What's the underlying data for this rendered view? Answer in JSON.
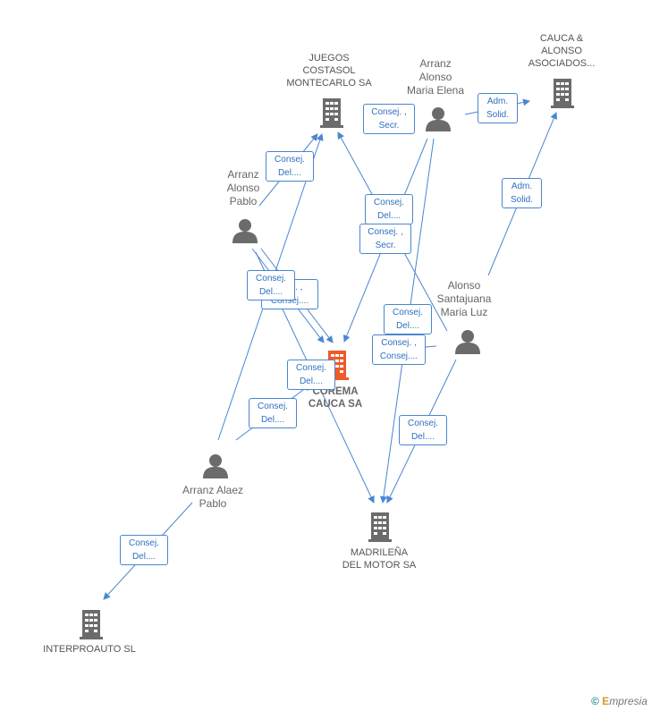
{
  "colors": {
    "edge": "#4a86d0",
    "building": "#6b6b6b",
    "main_building": "#f05a28",
    "person": "#6b6b6b"
  },
  "nodes": {
    "corema": {
      "name": "COREMA\nCAUCA SA"
    },
    "juegos": {
      "name": "JUEGOS\nCOSTASOL\nMONTECARLO SA"
    },
    "cauca_alonso": {
      "name": "CAUCA &\nALONSO\nASOCIADOS..."
    },
    "madrilena": {
      "name": "MADRILEÑA\nDEL MOTOR SA"
    },
    "interproauto": {
      "name": "INTERPROAUTO SL"
    },
    "arranz_maria": {
      "name": "Arranz\nAlonso\nMaria Elena"
    },
    "arranz_pablo_alonso": {
      "name": "Arranz\nAlonso\nPablo"
    },
    "alonso_luz": {
      "name": "Alonso\nSantajuana\nMaria Luz"
    },
    "arranz_alaez": {
      "name": "Arranz Alaez\nPablo"
    }
  },
  "edge_labels": {
    "e1": "Consej. ,\nSecr.",
    "e2": "Adm.\nSolid.",
    "e3": "Consej.\nDel....",
    "e4": "Consej.\nDel....",
    "e5": "Consej. ,\nSecr.",
    "e6": "Adm.\nSolid.",
    "e7": "Consej.\nDel....",
    "e8": "Pres. ,\nConsej....",
    "e9": "Consej.\nDel....",
    "e10": "Consej. ,\nConsej....",
    "e11": "Consej.\nDel....",
    "e12": "Consej.\nDel....",
    "e13": "Consej.\nDel....",
    "e14": "Consej.\nDel...."
  },
  "footer": {
    "copyright": "©",
    "brand_first": "E",
    "brand_rest": "mpresia"
  }
}
